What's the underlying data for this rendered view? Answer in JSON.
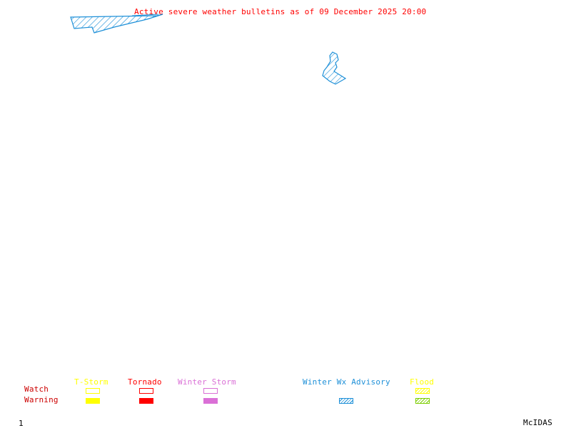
{
  "title": "Active severe weather bulletins as of 09 December 2025 20:00",
  "map": {
    "advisory_areas": [
      {
        "name": "winter-wx-advisory-area-north-west",
        "type": "Winter Wx Advisory"
      },
      {
        "name": "winter-wx-advisory-area-great-lakes",
        "type": "Winter Wx Advisory"
      }
    ]
  },
  "legend": {
    "row_labels": {
      "watch": "Watch",
      "warning": "Warning"
    },
    "categories": [
      {
        "key": "tstorm",
        "label": "T-Storm",
        "color": "#ffff00",
        "watch": "outline",
        "warning": "filled"
      },
      {
        "key": "tornado",
        "label": "Tornado",
        "color": "#ff0000",
        "watch": "outline",
        "warning": "filled"
      },
      {
        "key": "winter_storm",
        "label": "Winter Storm",
        "color": "#da70d6",
        "watch": "outline",
        "warning": "filled"
      },
      {
        "key": "winter_wx_advisory",
        "label": "Winter Wx Advisory",
        "color": "#1e90d8",
        "warning": "hatched"
      },
      {
        "key": "flood",
        "label": "Flood",
        "color_watch": "#ffff00",
        "color_warning": "#7ccd00",
        "label_color": "#ffff00",
        "watch": "hatched",
        "warning": "hatched"
      }
    ],
    "colors": {
      "row_label": "#cc0000",
      "title": "#ff0000"
    }
  },
  "footer": {
    "frame_number": "1",
    "app_name": "McIDAS"
  }
}
